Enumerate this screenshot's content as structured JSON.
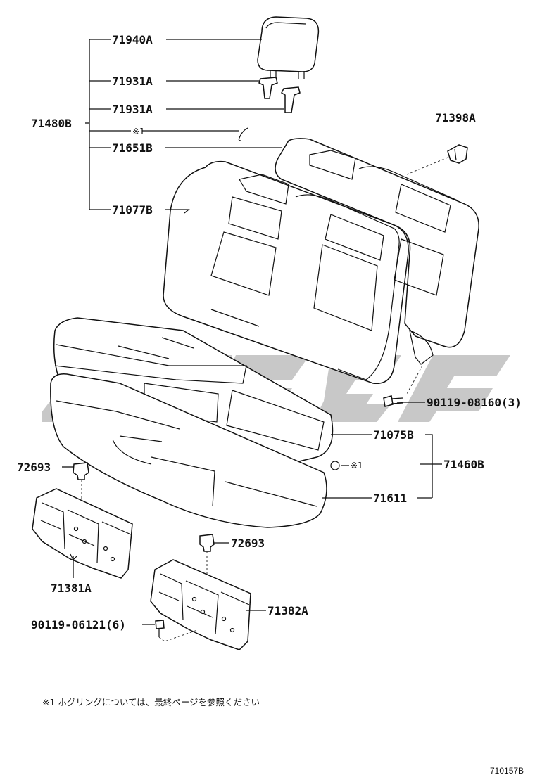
{
  "labels": {
    "headrest": "71940A",
    "support_upper": "71931A",
    "support_lower": "71931A",
    "back_assy": "71480B",
    "hog_ring_back": "※1",
    "back_cover": "71651B",
    "back_pad": "71077B",
    "hinge_cover": "71398A",
    "bolt_back": "90119-08160(3)",
    "cushion_cover": "71075B",
    "hog_ring_cushion": "※1",
    "cushion_assy": "71460B",
    "cushion_pad": "71611",
    "clip_left": "72693",
    "clip_right": "72693",
    "frame_left": "71381A",
    "frame_right": "71382A",
    "bolt_frame": "90119-06121(6)"
  },
  "footnote": "※1  ホグリングについては、最終ページを参照ください",
  "diagram_code": "710157B",
  "watermark": "gray stylized logo"
}
